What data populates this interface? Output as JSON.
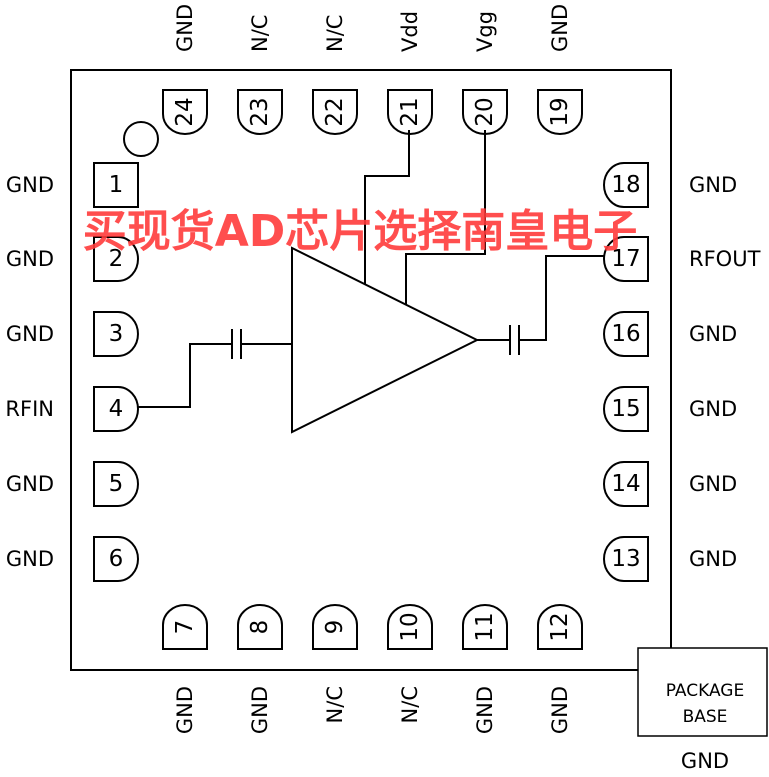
{
  "pins": [
    {
      "num": "1",
      "label": "GND"
    },
    {
      "num": "2",
      "label": "GND"
    },
    {
      "num": "3",
      "label": "GND"
    },
    {
      "num": "4",
      "label": "RFIN"
    },
    {
      "num": "5",
      "label": "GND"
    },
    {
      "num": "6",
      "label": "GND"
    },
    {
      "num": "7",
      "label": "GND"
    },
    {
      "num": "8",
      "label": "GND"
    },
    {
      "num": "9",
      "label": "N/C"
    },
    {
      "num": "10",
      "label": "N/C"
    },
    {
      "num": "11",
      "label": "GND"
    },
    {
      "num": "12",
      "label": "GND"
    },
    {
      "num": "13",
      "label": "GND"
    },
    {
      "num": "14",
      "label": "GND"
    },
    {
      "num": "15",
      "label": "GND"
    },
    {
      "num": "16",
      "label": "GND"
    },
    {
      "num": "17",
      "label": "RFOUT"
    },
    {
      "num": "18",
      "label": "GND"
    },
    {
      "num": "19",
      "label": "GND"
    },
    {
      "num": "20",
      "label": "Vgg"
    },
    {
      "num": "21",
      "label": "Vdd"
    },
    {
      "num": "22",
      "label": "N/C"
    },
    {
      "num": "23",
      "label": "N/C"
    },
    {
      "num": "24",
      "label": "GND"
    }
  ],
  "package_base": {
    "line1": "PACKAGE",
    "line2": "BASE",
    "label": "GND"
  },
  "watermark": "买现货AD芯片选择南皇电子"
}
